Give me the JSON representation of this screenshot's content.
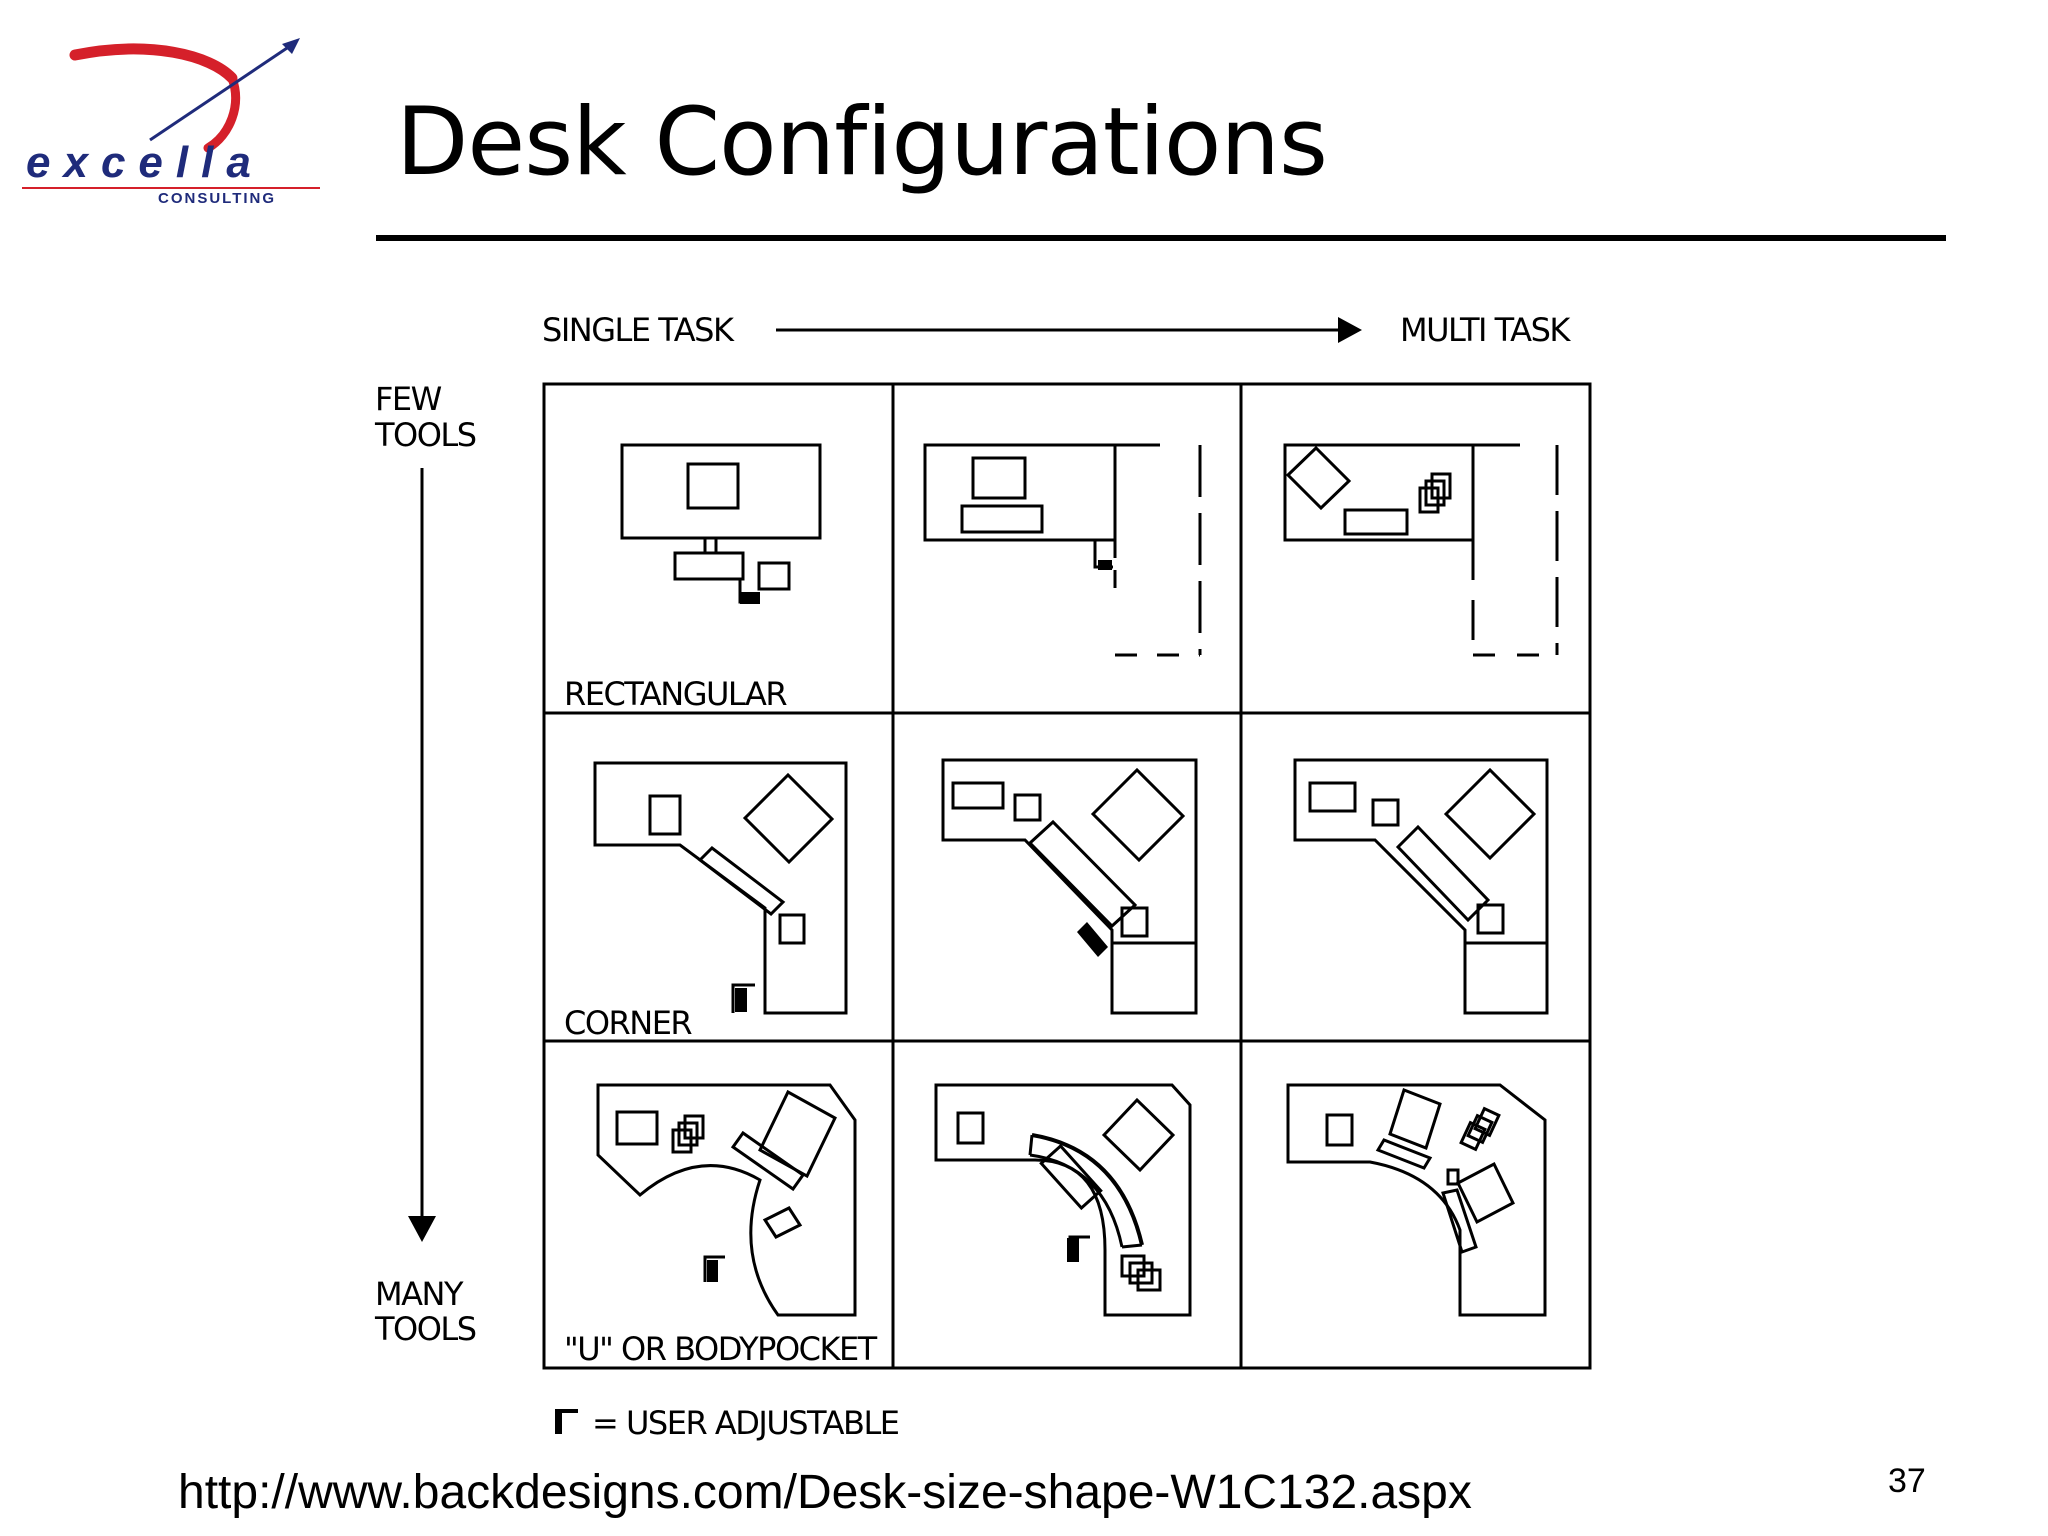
{
  "slide": {
    "title": "Desk Configurations",
    "source_url": "http://www.backdesigns.com/Desk-size-shape-W1C132.aspx",
    "page_number": "37"
  },
  "logo": {
    "wordmark": "excella",
    "tagline": "CONSULTING",
    "colors": {
      "swoosh": "#d5202a",
      "wordmark": "#1f2b7b"
    }
  },
  "diagram": {
    "x_axis": {
      "start": "SINGLE TASK",
      "end": "MULTI TASK"
    },
    "y_axis": {
      "start_line1": "FEW",
      "start_line2": "TOOLS",
      "end_line1": "MANY",
      "end_line2": "TOOLS"
    },
    "row_labels": [
      "RECTANGULAR",
      "CORNER",
      "\"U\" OR BODYPOCKET"
    ],
    "legend": "= USER ADJUSTABLE"
  }
}
